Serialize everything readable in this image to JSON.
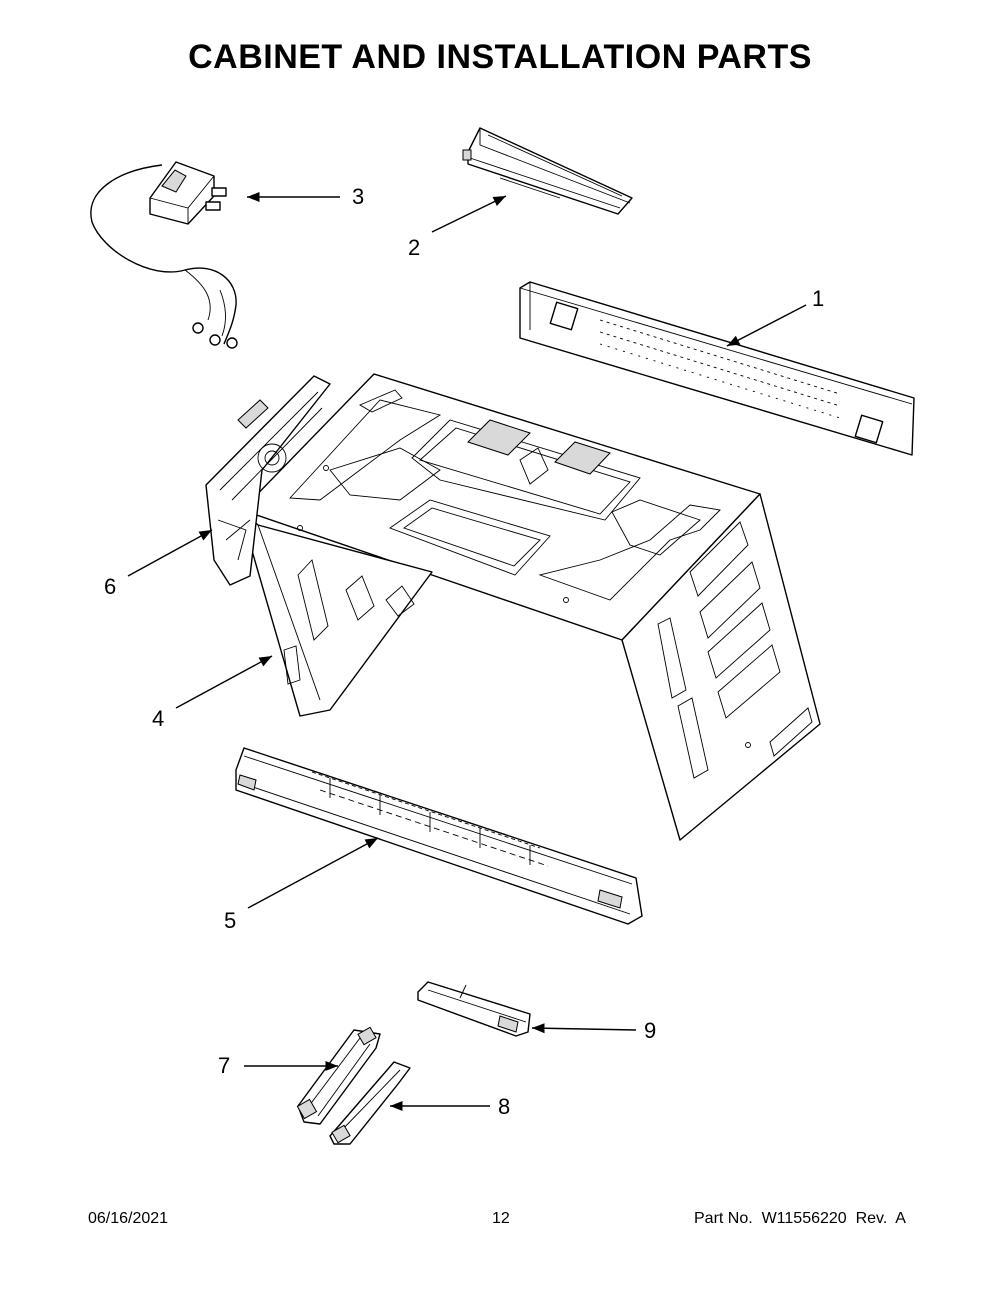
{
  "page": {
    "title": "CABINET AND INSTALLATION PARTS",
    "footer": {
      "date": "06/16/2021",
      "page_number": "12",
      "part_number": "Part No.  W11556220  Rev.  A"
    }
  },
  "callouts": [
    {
      "id": "1",
      "label": "1"
    },
    {
      "id": "2",
      "label": "2"
    },
    {
      "id": "3",
      "label": "3"
    },
    {
      "id": "4",
      "label": "4"
    },
    {
      "id": "5",
      "label": "5"
    },
    {
      "id": "6",
      "label": "6"
    },
    {
      "id": "7",
      "label": "7"
    },
    {
      "id": "8",
      "label": "8"
    },
    {
      "id": "9",
      "label": "9"
    }
  ]
}
